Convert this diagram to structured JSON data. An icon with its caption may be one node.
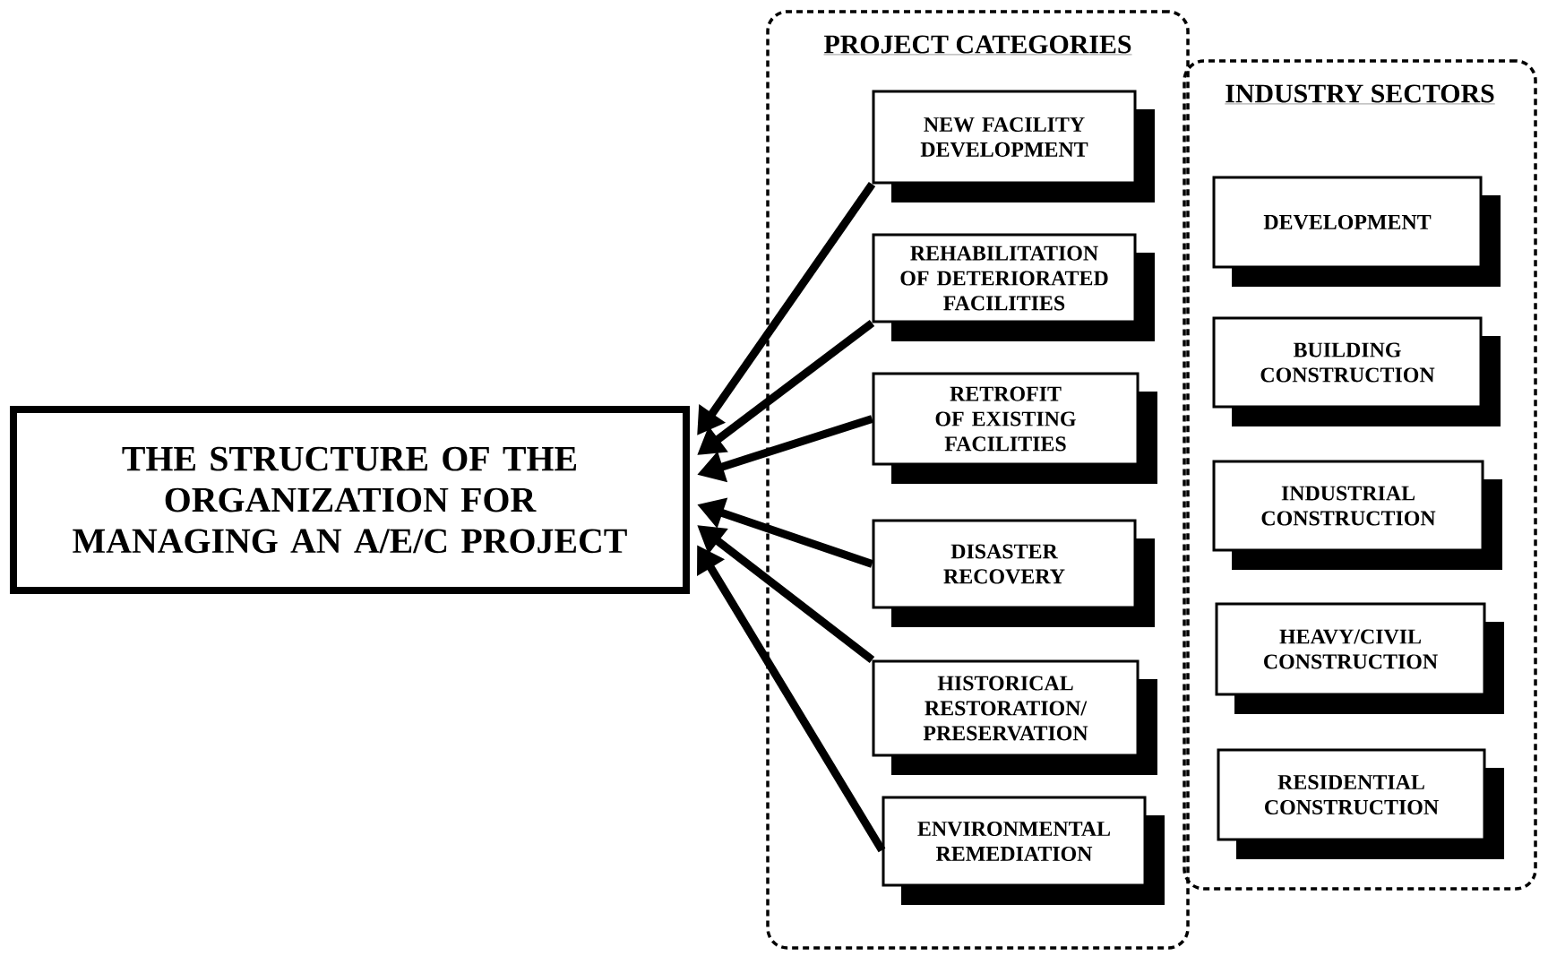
{
  "diagram": {
    "nodes": [
      {
        "text": [
          "THE STRUCTURE OF THE ORGANIZATION FOR MANAGING AN A/E/C PROJECT"
        ]
      },
      {
        "text": [
          "PROJECT CATEGORIES"
        ]
      },
      {
        "text": [
          "NEW FACILITY DEVELOPMENT"
        ],
        "in": 1
      },
      {
        "text": [
          "REHABILITATION OF DETERIORATED FACILITIES"
        ],
        "in": 1
      },
      {
        "text": [
          "RETROFIT OF EXISTING FACILITIES"
        ],
        "in": 1
      },
      {
        "text": [
          "DISASTER RECOVERY"
        ],
        "in": 1
      },
      {
        "text": [
          "HISTORICAL RESTORATION/ PRESERVATION"
        ],
        "in": 1
      },
      {
        "text": [
          "ENVIRONMENTAL REMEDIATION"
        ],
        "in": 1
      },
      {
        "text": [
          "INDUSTRY SECTORS"
        ]
      },
      {
        "text": [
          "DEVELOPMENT"
        ],
        "in": 8
      },
      {
        "text": [
          "BUILDING CONSTRUCTION"
        ],
        "in": 8
      },
      {
        "text": [
          "INDUSTRIAL CONSTRUCTION"
        ],
        "in": 8
      },
      {
        "text": [
          "HEAVY/CIVIL CONSTRUCTION"
        ],
        "in": 8
      },
      {
        "text": [
          "RESIDENTIAL CONSTRUCTION"
        ],
        "in": 8
      }
    ],
    "edges": [
      {
        "from": 2,
        "to": 0,
        "arrow": "to"
      },
      {
        "from": 3,
        "to": 0,
        "arrow": "to"
      },
      {
        "from": 4,
        "to": 0,
        "arrow": "to"
      },
      {
        "from": 5,
        "to": 0,
        "arrow": "to"
      },
      {
        "from": 6,
        "to": 0,
        "arrow": "to"
      },
      {
        "from": 7,
        "to": 0,
        "arrow": "to"
      }
    ]
  }
}
